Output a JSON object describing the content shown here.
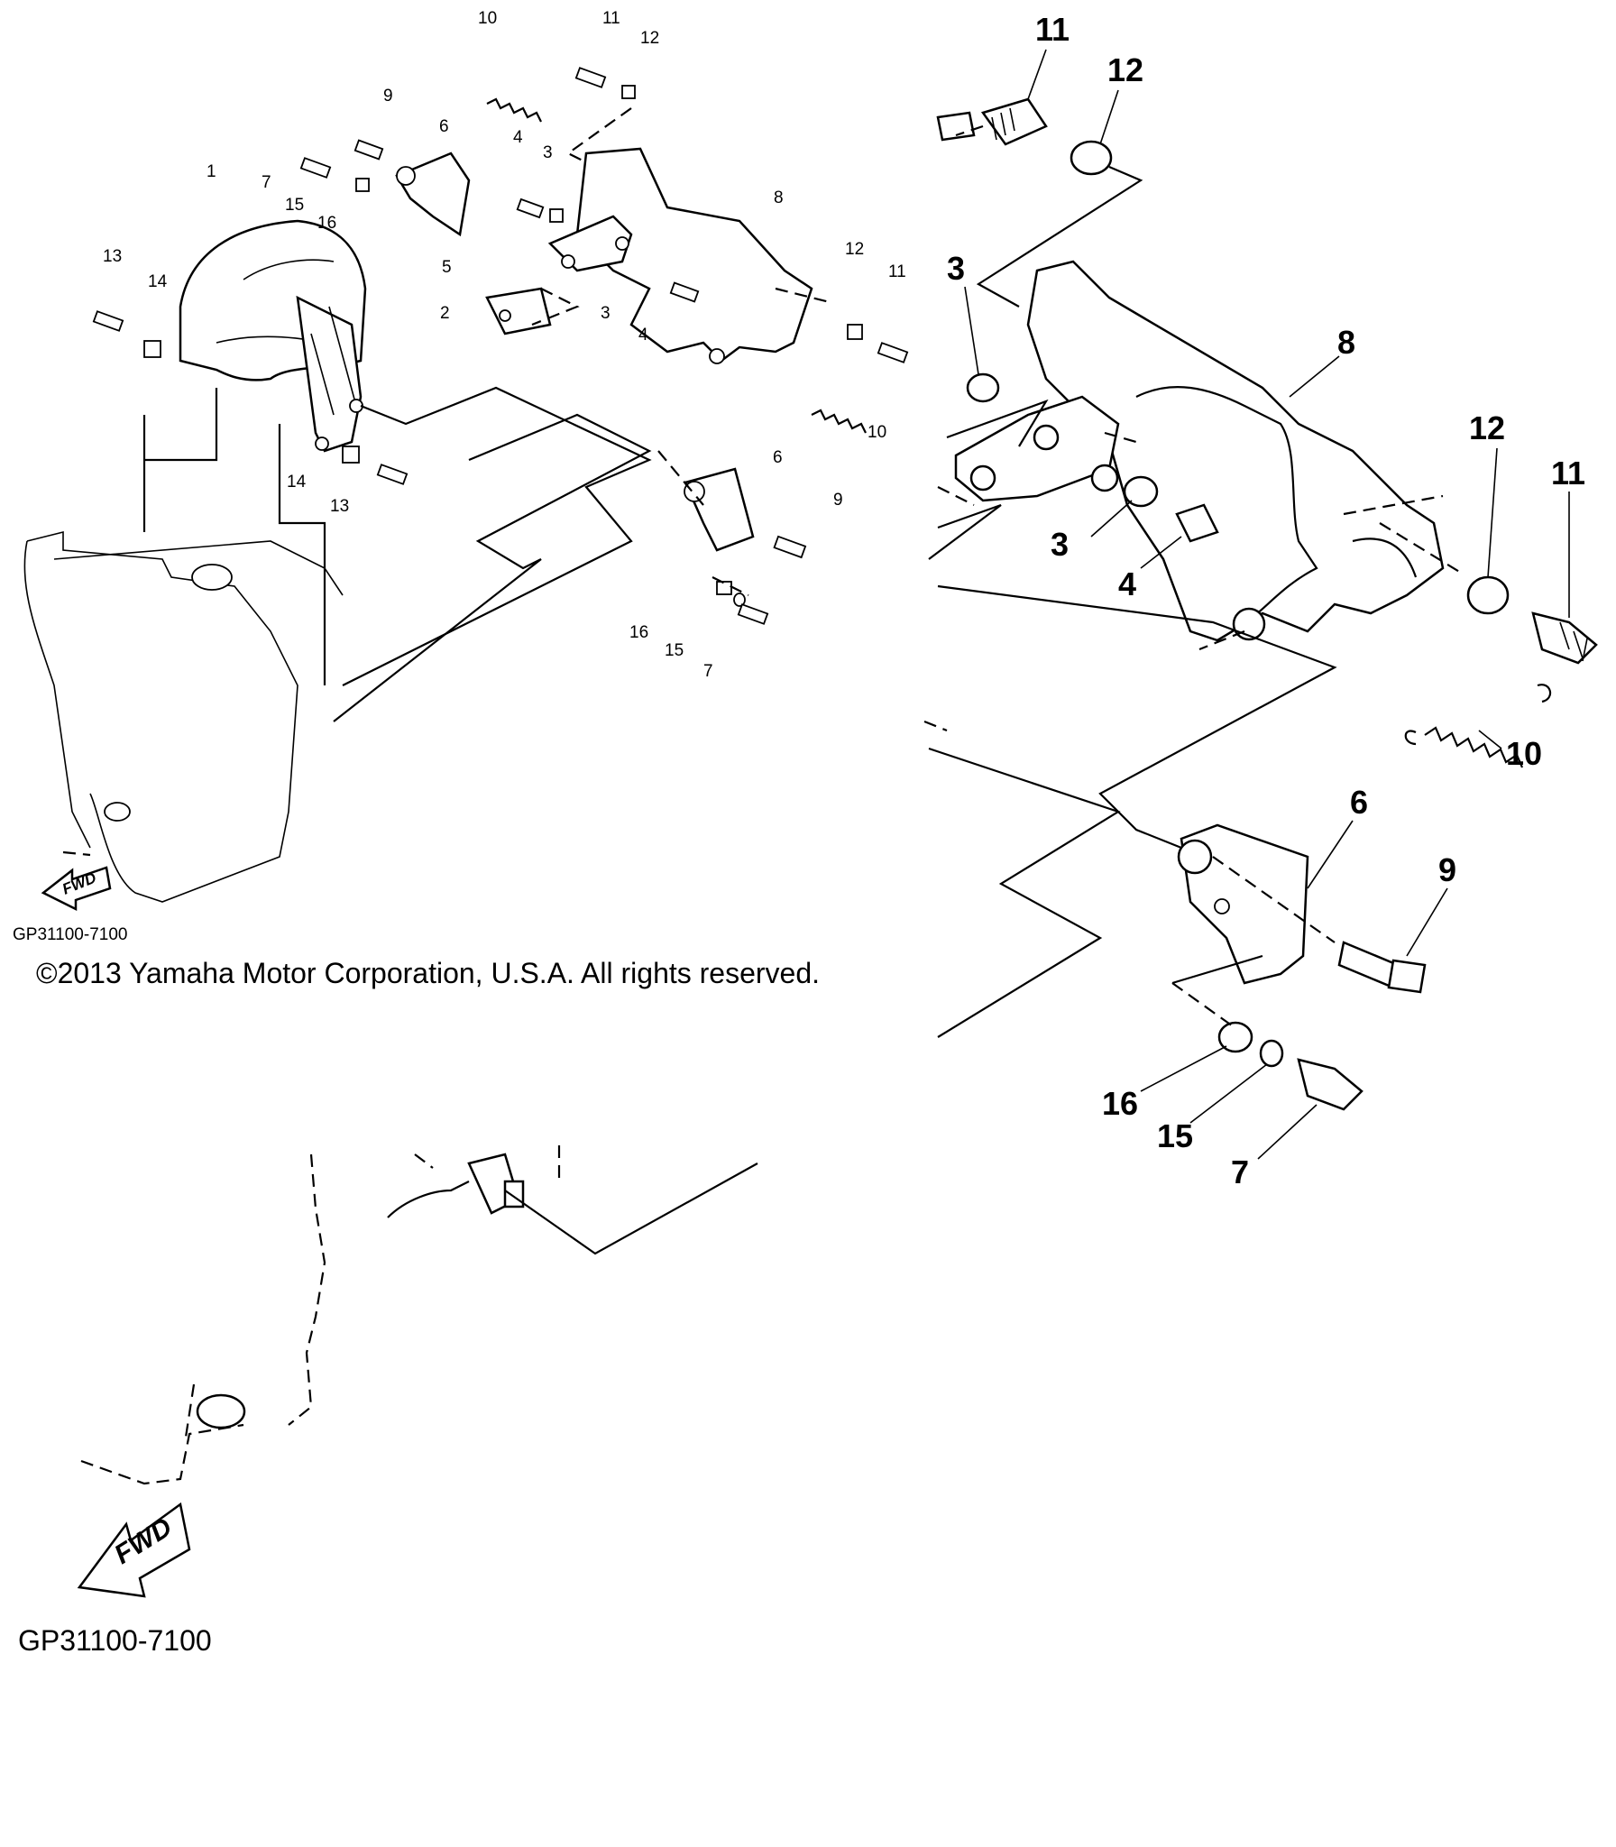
{
  "diagram": {
    "drawing_code_small": "GP31100-7100",
    "drawing_code_large": "GP31100-7100",
    "copyright": "©2013 Yamaha Motor Corporation, U.S.A. All rights reserved.",
    "fwd_label_small": "FWD",
    "fwd_label_large": "FWD",
    "overview_callouts": [
      "10",
      "11",
      "12",
      "9",
      "6",
      "4",
      "3",
      "8",
      "7",
      "15",
      "16",
      "1",
      "13",
      "14",
      "5",
      "2",
      "3",
      "4",
      "12",
      "11",
      "10",
      "6",
      "9",
      "14",
      "13",
      "16",
      "15",
      "7"
    ],
    "detail_callouts": [
      "11",
      "12",
      "3",
      "8",
      "12",
      "11",
      "3",
      "4",
      "10",
      "6",
      "9",
      "16",
      "15",
      "7"
    ]
  }
}
